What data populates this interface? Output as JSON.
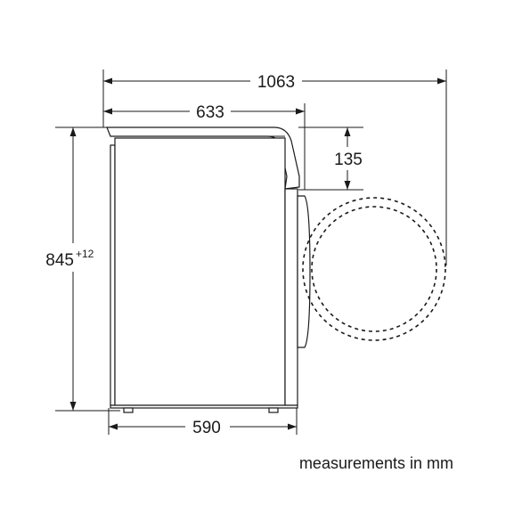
{
  "dimensions": {
    "overall_depth": "1063",
    "top_depth": "633",
    "door_projection": "135",
    "height": "845",
    "height_tolerance": "+12",
    "base_depth": "590"
  },
  "caption": "measurements in mm"
}
